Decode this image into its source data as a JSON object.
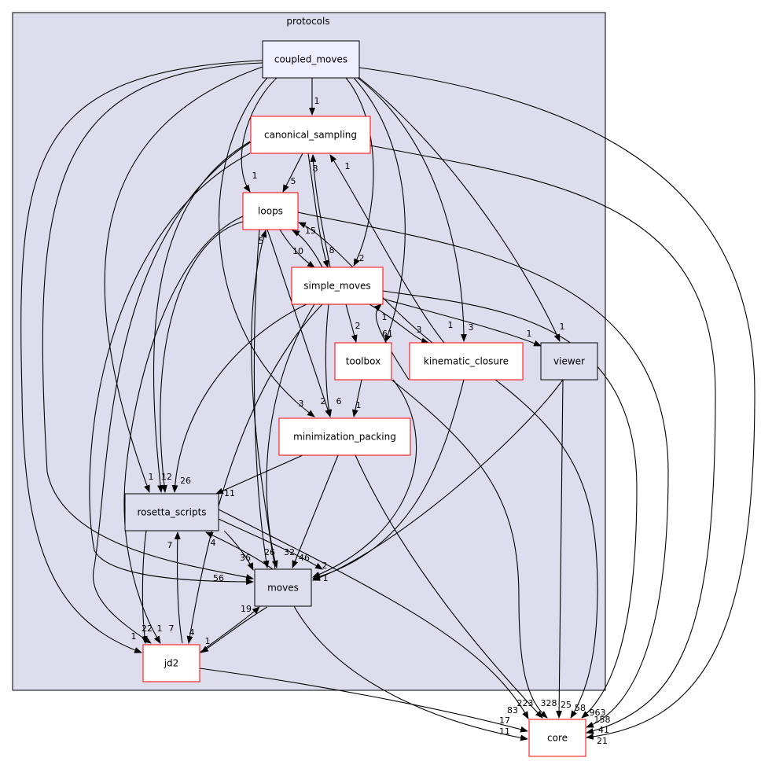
{
  "cluster": {
    "label": "protocols",
    "fill": "#ddddee"
  },
  "nodes": {
    "coupled_moves": {
      "label": "coupled_moves",
      "fill": "#eeeeff",
      "border": "#000000"
    },
    "canonical_sampling": {
      "label": "canonical_sampling",
      "fill": "#ffffff",
      "border": "#ff0000"
    },
    "loops": {
      "label": "loops",
      "fill": "#ffffff",
      "border": "#ff0000"
    },
    "simple_moves": {
      "label": "simple_moves",
      "fill": "#ffffff",
      "border": "#ff0000"
    },
    "toolbox": {
      "label": "toolbox",
      "fill": "#ffffff",
      "border": "#ff0000"
    },
    "kinematic_closure": {
      "label": "kinematic_closure",
      "fill": "#ffffff",
      "border": "#ff0000"
    },
    "viewer": {
      "label": "viewer",
      "fill": "#ddddee",
      "border": "#000000"
    },
    "minimization_packing": {
      "label": "minimization_packing",
      "fill": "#ffffff",
      "border": "#ff0000"
    },
    "rosetta_scripts": {
      "label": "rosetta_scripts",
      "fill": "#ddddee",
      "border": "#000000"
    },
    "moves": {
      "label": "moves",
      "fill": "#ddddee",
      "border": "#000000"
    },
    "jd2": {
      "label": "jd2",
      "fill": "#ffffff",
      "border": "#ff0000"
    },
    "core": {
      "label": "core",
      "fill": "#ffffff",
      "border": "#ff0000"
    }
  },
  "edge_labels": [
    "1",
    "1",
    "5",
    "8",
    "1",
    "15",
    "5",
    "10",
    "8",
    "2",
    "2",
    "61",
    "1",
    "3",
    "1",
    "3",
    "1",
    "1",
    "1",
    "2",
    "6",
    "3",
    "1",
    "12",
    "26",
    "11",
    "7",
    "4",
    "36",
    "26",
    "32",
    "46",
    "2",
    "1",
    "56",
    "19",
    "22",
    "1",
    "7",
    "4",
    "1",
    "1",
    "223",
    "328",
    "25",
    "58",
    "963",
    "83",
    "17",
    "11",
    "158",
    "41",
    "21"
  ]
}
